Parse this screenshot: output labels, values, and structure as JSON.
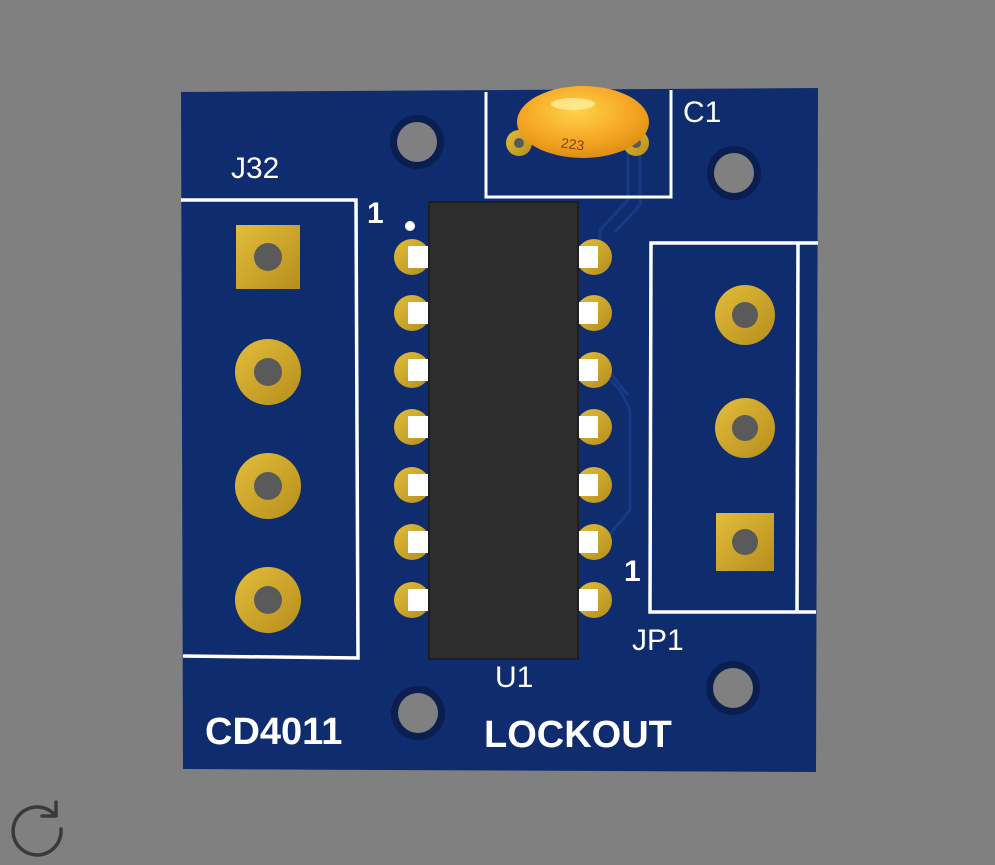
{
  "board": {
    "board_color": "#0e2a6b",
    "silk_color": "#ffffff",
    "pad_color": "#c9a227",
    "component_labels": {
      "header_left": "J32",
      "capacitor": "C1",
      "ic": "U1",
      "jumper": "JP1",
      "ic_pin1_marker": "1",
      "jumper_pin1_marker": "1"
    },
    "capacitor_marking": "223",
    "board_text": {
      "part_name": "CD4011",
      "project_name": "LOCKOUT"
    }
  },
  "viewer": {
    "refresh_icon": "rotate-refresh-icon"
  }
}
